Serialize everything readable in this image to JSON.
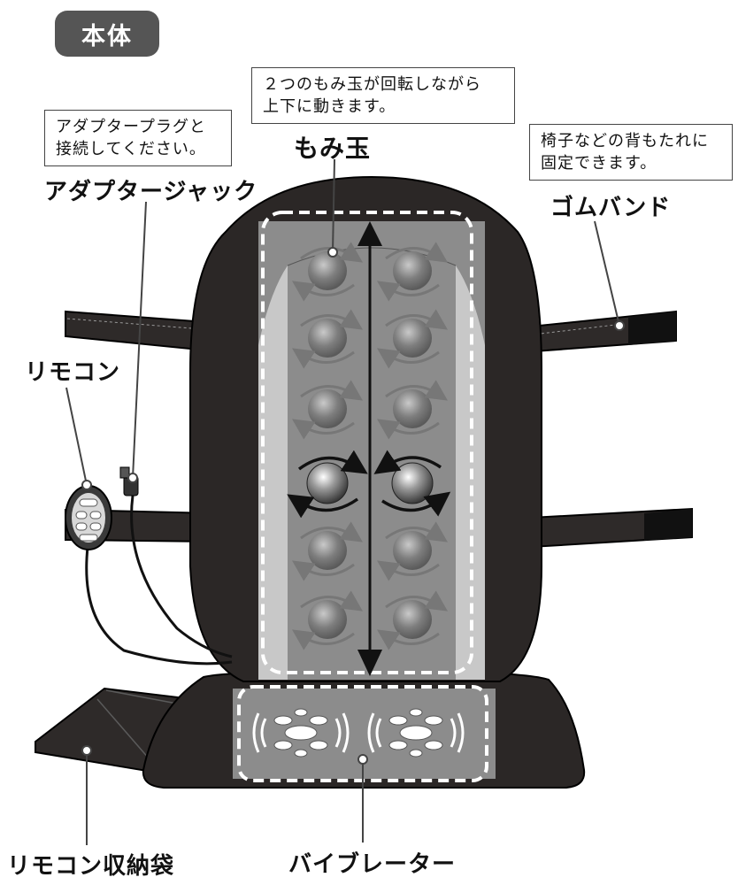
{
  "header": {
    "title": "本体"
  },
  "notes": {
    "rollers_note": [
      "２つのもみ玉が回転しながら",
      "上下に動きます。"
    ],
    "plug_note": [
      "アダプタープラグと",
      "接続してください。"
    ],
    "band_note": [
      "椅子などの背もたれに",
      "固定できます。"
    ]
  },
  "labels": {
    "rollers": "もみ玉",
    "adapter_jack": "アダプタージャック",
    "rubber_band": "ゴムバンド",
    "remote": "リモコン",
    "remote_pocket": "リモコン収納袋",
    "vibrator": "バイブレーター"
  },
  "colors": {
    "cushion_outer": "#2b2726",
    "cushion_panel": "#8c8c8c",
    "cushion_side": "#c8c8c8",
    "band": "#2e2a29",
    "label_box_border": "#444444",
    "title_badge": "#555555"
  }
}
